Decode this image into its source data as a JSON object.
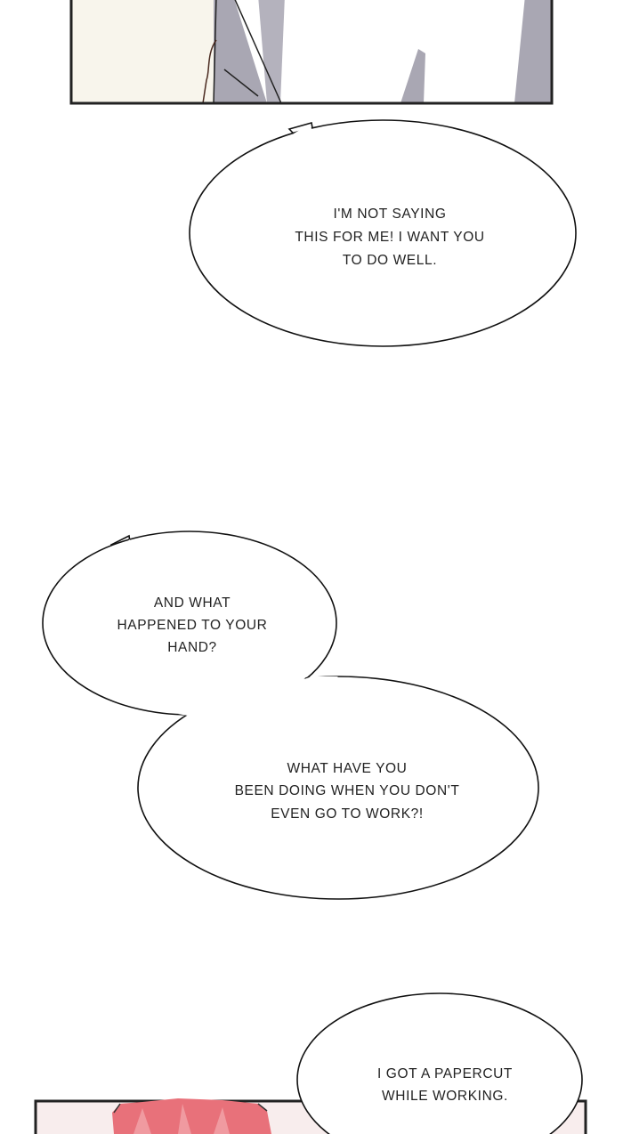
{
  "bubbles": [
    {
      "lines": [
        "I'M NOT SAYING",
        "THIS FOR ME! I WANT YOU",
        "TO DO WELL."
      ]
    },
    {
      "lines": [
        "AND WHAT",
        "HAPPENED TO YOUR",
        "HAND?"
      ]
    },
    {
      "lines": [
        "WHAT HAVE YOU",
        "BEEN DOING WHEN YOU DON'T",
        "EVEN GO TO WORK?!"
      ]
    },
    {
      "lines": [
        "I GOT A PAPERCUT",
        "WHILE WORKING."
      ]
    }
  ],
  "colors": {
    "panel_bg_top": "#f8f5ec",
    "clothing_grey": "#a9a7b3",
    "panel_bg_bottom": "#f8eded",
    "hair": "#e8717a"
  }
}
